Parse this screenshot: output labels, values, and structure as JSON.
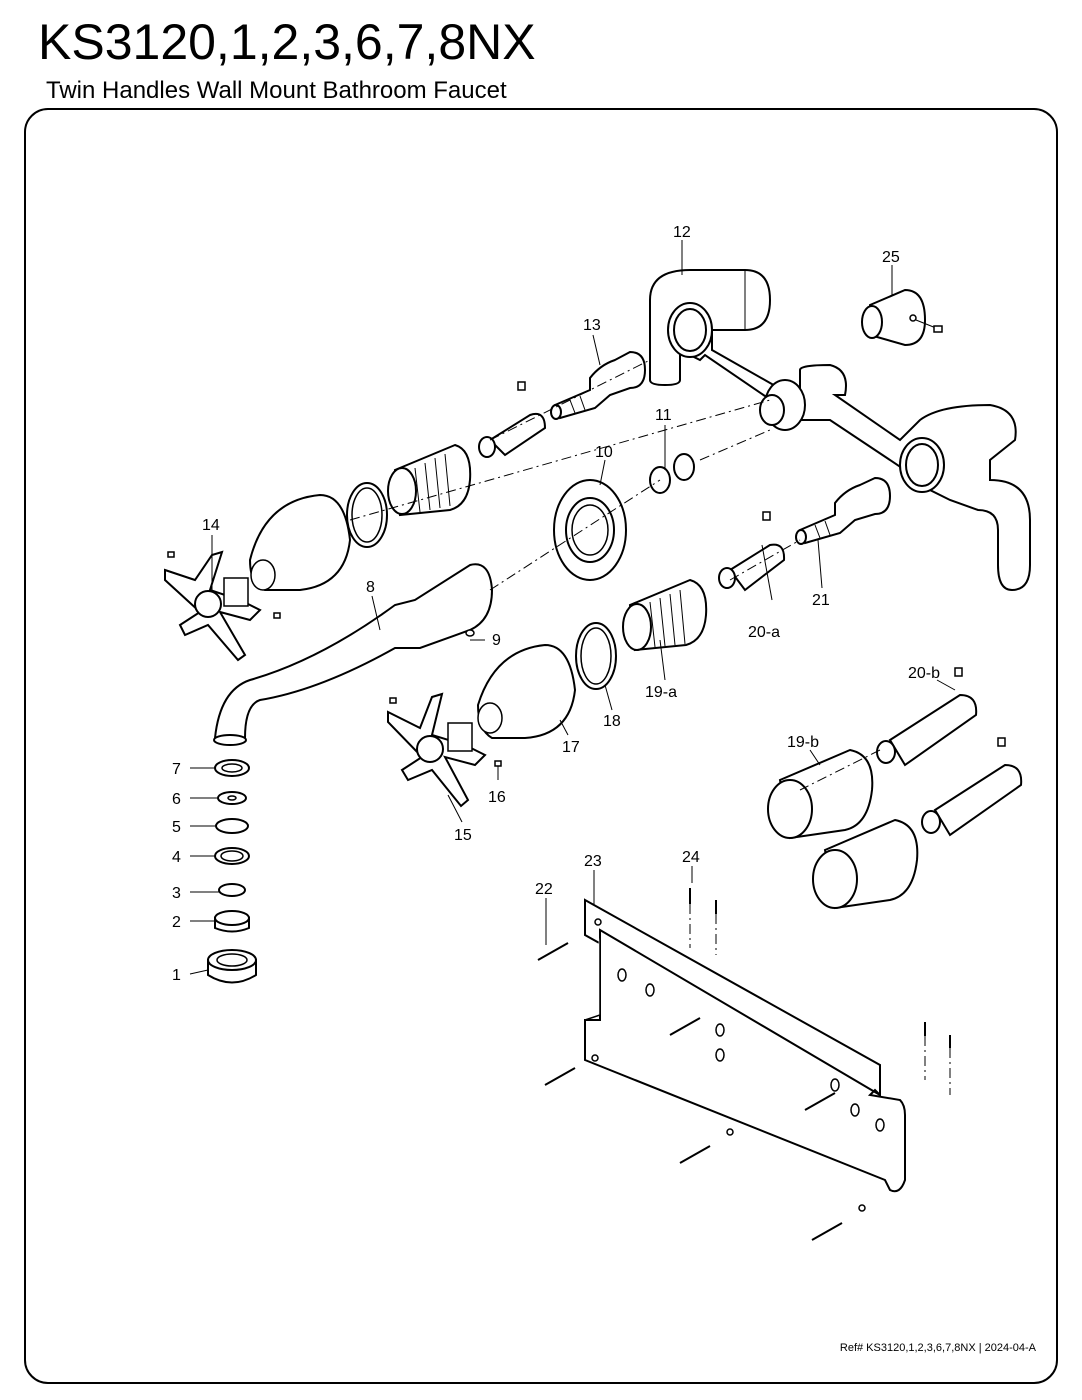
{
  "title": "KS3120,1,2,3,6,7,8NX",
  "subtitle": "Twin Handles Wall Mount Bathroom Faucet",
  "reference": "Ref# KS3120,1,2,3,6,7,8NX | 2024-04-A",
  "labels": {
    "p1": "1",
    "p2": "2",
    "p3": "3",
    "p4": "4",
    "p5": "5",
    "p6": "6",
    "p7": "7",
    "p8": "8",
    "p9": "9",
    "p10": "10",
    "p11": "11",
    "p12": "12",
    "p13": "13",
    "p14": "14",
    "p15": "15",
    "p16": "16",
    "p17": "17",
    "p18": "18",
    "p19a": "19-a",
    "p19b": "19-b",
    "p20a": "20-a",
    "p20b": "20-b",
    "p21": "21",
    "p22": "22",
    "p23": "23",
    "p24": "24",
    "p25": "25"
  }
}
